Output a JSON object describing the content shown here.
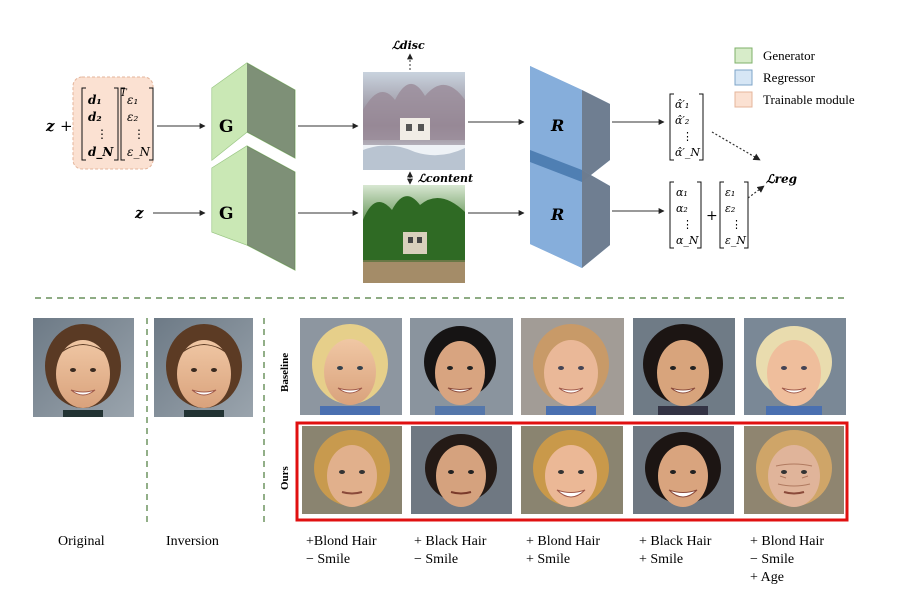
{
  "diagram": {
    "top_input": {
      "z_label": "z",
      "plus": "+",
      "direction_vectors": [
        "d₁",
        "d₂",
        "⋮",
        "d_N"
      ],
      "transpose": "T",
      "epsilons": [
        "ε₁",
        "ε₂",
        "⋮",
        "ε_N"
      ]
    },
    "bottom_input": {
      "z_label": "z"
    },
    "generator_label": "G",
    "regressor_label": "R",
    "loss_disc": "ℒdisc",
    "loss_content": "ℒcontent",
    "loss_reg": "ℒreg",
    "pred_alphas": [
      "α̂′₁",
      "α̂′₂",
      "⋮",
      "α̂′_N"
    ],
    "base_alphas": [
      "α₁",
      "α₂",
      "⋮",
      "α_N"
    ],
    "plus_sign": "+",
    "base_epsilons": [
      "ε₁",
      "ε₂",
      "⋮",
      "ε_N"
    ],
    "legend": [
      {
        "label": "Generator",
        "color": "#d7ecc9",
        "border": "#7fb06a"
      },
      {
        "label": "Regressor",
        "color": "#d6e6f5",
        "border": "#7ea4c8"
      },
      {
        "label": "Trainable module",
        "color": "#fbe1d2",
        "border": "#e4b59b"
      }
    ]
  },
  "faces": {
    "original_caption": "Original",
    "inversion_caption": "Inversion",
    "row_labels": [
      "Baseline",
      "Ours"
    ],
    "edit_captions": [
      [
        "+Blond Hair",
        "− Smile"
      ],
      [
        "+ Black Hair",
        "− Smile"
      ],
      [
        "+ Blond Hair",
        "+ Smile"
      ],
      [
        "+ Black Hair",
        "+ Smile"
      ],
      [
        "+ Blond Hair",
        "− Smile",
        "+ Age"
      ]
    ],
    "colors": {
      "highlight": "#e01010",
      "divider": "#4a7a3a"
    }
  }
}
